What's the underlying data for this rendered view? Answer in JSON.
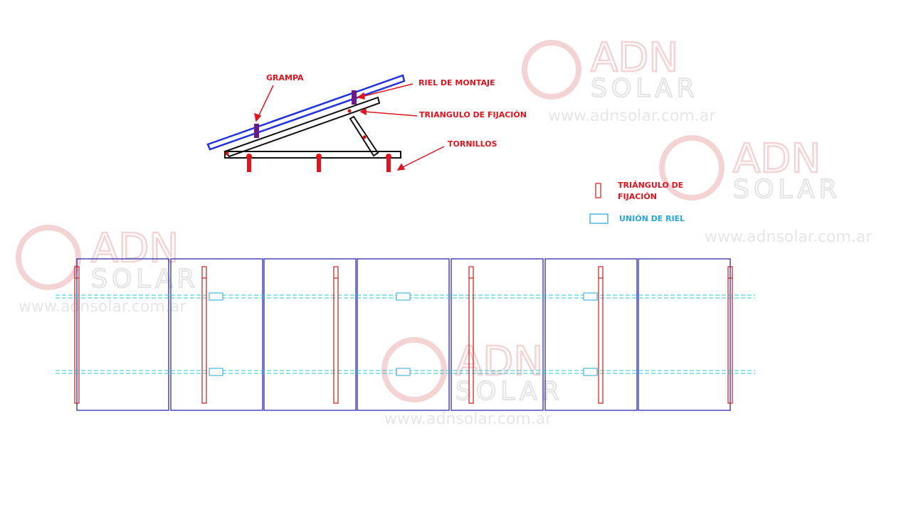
{
  "watermark": {
    "brand": "ADN",
    "sub": "SOLAR",
    "url": "www.adnsolar.com.ar"
  },
  "side_view_labels": {
    "clamp": "GRAMPA",
    "mounting_rail": "RIEL DE MONTAJE",
    "fixing_triangle": "TRIANGULO  DE FIJACIÓN",
    "screws": "TORNILLOS"
  },
  "legend": {
    "triangle_line1": "TRIÁNGULO  DE",
    "triangle_line2": "FIJACIÓN",
    "rail_union": "UNIÓN DE RIEL"
  },
  "colors": {
    "panel": "#1a1aa8",
    "triangle": "#d01818",
    "rail": "#29c4d6",
    "label": "#e0141e"
  },
  "panel_count": 7
}
